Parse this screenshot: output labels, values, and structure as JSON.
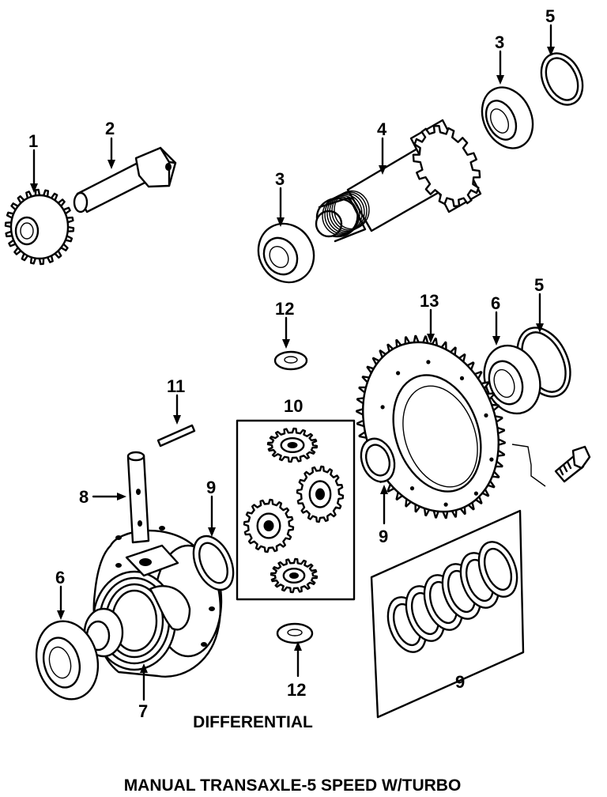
{
  "diagram": {
    "caption": "DIFFERENTIAL",
    "title": "MANUAL TRANSAXLE-5 SPEED W/TURBO",
    "callouts": [
      {
        "id": "c1",
        "label": "1"
      },
      {
        "id": "c2",
        "label": "2"
      },
      {
        "id": "c3a",
        "label": "3"
      },
      {
        "id": "c3b",
        "label": "3"
      },
      {
        "id": "c4",
        "label": "4"
      },
      {
        "id": "c5a",
        "label": "5"
      },
      {
        "id": "c5b",
        "label": "5"
      },
      {
        "id": "c6a",
        "label": "6"
      },
      {
        "id": "c6b",
        "label": "6"
      },
      {
        "id": "c7",
        "label": "7"
      },
      {
        "id": "c8",
        "label": "8"
      },
      {
        "id": "c9a",
        "label": "9"
      },
      {
        "id": "c9b",
        "label": "9"
      },
      {
        "id": "c9c",
        "label": "9"
      },
      {
        "id": "c10",
        "label": "10"
      },
      {
        "id": "c11",
        "label": "11"
      },
      {
        "id": "c12a",
        "label": "12"
      },
      {
        "id": "c12b",
        "label": "12"
      },
      {
        "id": "c13",
        "label": "13"
      }
    ]
  }
}
